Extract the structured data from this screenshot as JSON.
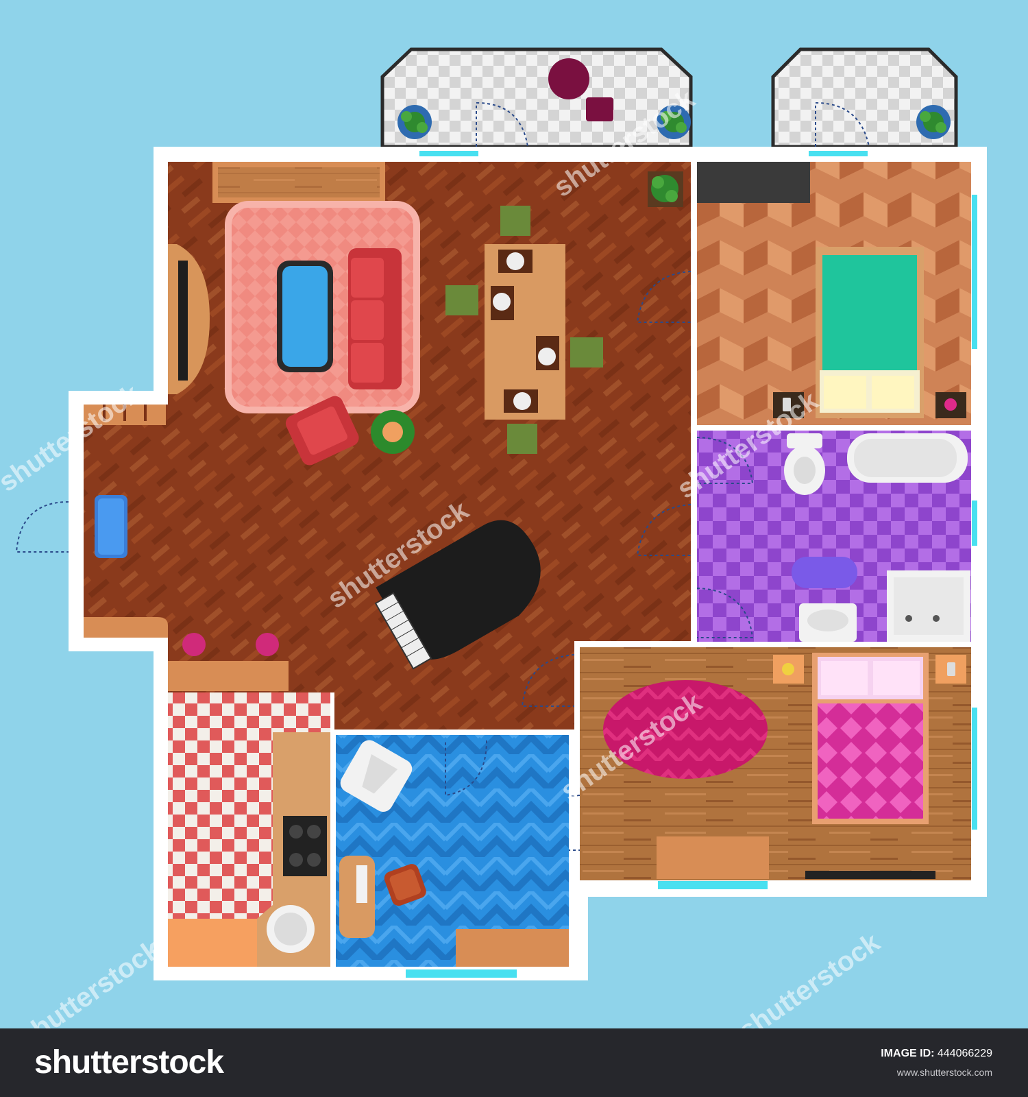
{
  "footer": {
    "brand": "shutterstock",
    "image_id_label": "IMAGE ID:",
    "image_id_value": "444066229",
    "site": "www.shutterstock.com"
  },
  "watermark": {
    "text": "shutterstock"
  },
  "colors": {
    "background": "#8fd3ea",
    "wall": "#ffffff",
    "living_floor": "#8a3a1c",
    "bedroom_floor": "#c9784a",
    "bathroom_floor": "#a45ad8",
    "master_floor": "#a86a3a",
    "office_floor": "#2a8fe0",
    "kitchen_tile_red": "#e05a5a",
    "footer_bg": "#26272c"
  },
  "icons": [
    "grand-piano-icon",
    "bed-icon",
    "bathtub-icon",
    "toilet-icon",
    "sofa-icon",
    "dining-table-icon",
    "stove-icon",
    "sink-icon",
    "plant-icon",
    "armchair-icon",
    "tv-icon",
    "rug-icon",
    "shower-icon"
  ]
}
